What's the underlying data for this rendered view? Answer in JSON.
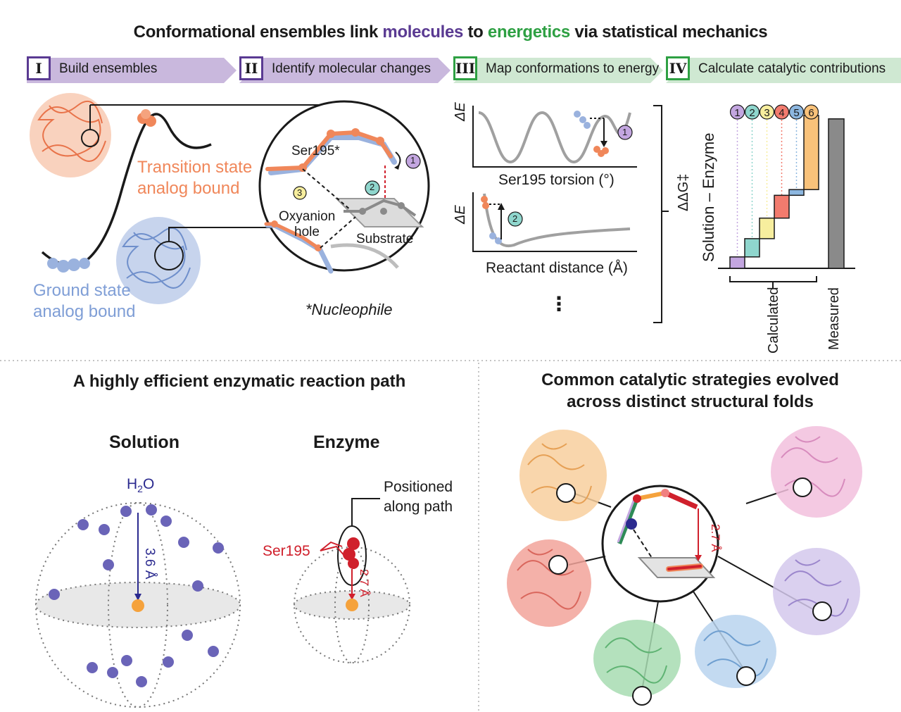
{
  "header": {
    "title_prefix": "Conformational ensembles link",
    "title_word1": "molecules",
    "title_mid": "to",
    "title_word2": "energetics",
    "title_suffix": "via statistical mechanics"
  },
  "colors": {
    "purple_dark": "#5a3a92",
    "purple_fill": "#c9b8dd",
    "green_dark": "#2ea043",
    "green_fill": "#cfe8d2",
    "orange": "#f0875a",
    "blue": "#7f9ed6",
    "red": "#d0202c",
    "navy": "#2b2a8f",
    "dot_purple": "#6a64b8"
  },
  "steps": [
    {
      "num": "I",
      "label": "Build ensembles"
    },
    {
      "num": "II",
      "label": "Identify molecular changes"
    },
    {
      "num": "III",
      "label": "Map conformations to energy"
    },
    {
      "num": "IV",
      "label": "Calculate catalytic contributions"
    }
  ],
  "panel1": {
    "transition_label_1": "Transition state",
    "transition_label_2": "analog bound",
    "ground_label_1": "Ground state",
    "ground_label_2": "analog bound",
    "ser195": "Ser195*",
    "oxyanion_1": "Oxyanion",
    "oxyanion_2": "hole",
    "substrate": "Substrate",
    "nucleophile": "*Nucleophile",
    "marker_1": "1",
    "marker_2": "2",
    "marker_3": "3"
  },
  "panel3": {
    "energy_axis": "ΔE",
    "torsion_xlabel": "Ser195 torsion (°)",
    "distance_xlabel": "Reactant distance (Å)",
    "marker_1": "1",
    "marker_2": "2",
    "more": "⋮"
  },
  "chart_data": {
    "type": "bar",
    "ylabel_1": "ΔΔG‡",
    "ylabel_2": "Solution – Enzyme",
    "series": [
      {
        "name": "1",
        "color": "#c3a6e0",
        "value": 1.0
      },
      {
        "name": "2",
        "color": "#8fd6cd",
        "value": 1.6
      },
      {
        "name": "3",
        "color": "#f7ee9e",
        "value": 1.8
      },
      {
        "name": "4",
        "color": "#f27b6e",
        "value": 2.0
      },
      {
        "name": "5",
        "color": "#8db7e0",
        "value": 0.5
      },
      {
        "name": "6",
        "color": "#f9c27a",
        "value": 6.5
      }
    ],
    "measured_value": 13.1,
    "xlabel_calculated": "Calculated",
    "xlabel_measured": "Measured"
  },
  "bottom_left": {
    "title": "A highly efficient enzymatic reaction path",
    "solution_label": "Solution",
    "enzyme_label": "Enzyme",
    "water_label": "H",
    "water_sub": "2",
    "water_o": "O",
    "solution_distance": "3.6 Å",
    "enzyme_distance": "2.7 Å",
    "positioned_1": "Positioned",
    "positioned_2": "along path",
    "ser195": "Ser195"
  },
  "bottom_right": {
    "title_1": "Common catalytic strategies evolved",
    "title_2": "across distinct structural folds",
    "distance": "2.7 Å"
  }
}
